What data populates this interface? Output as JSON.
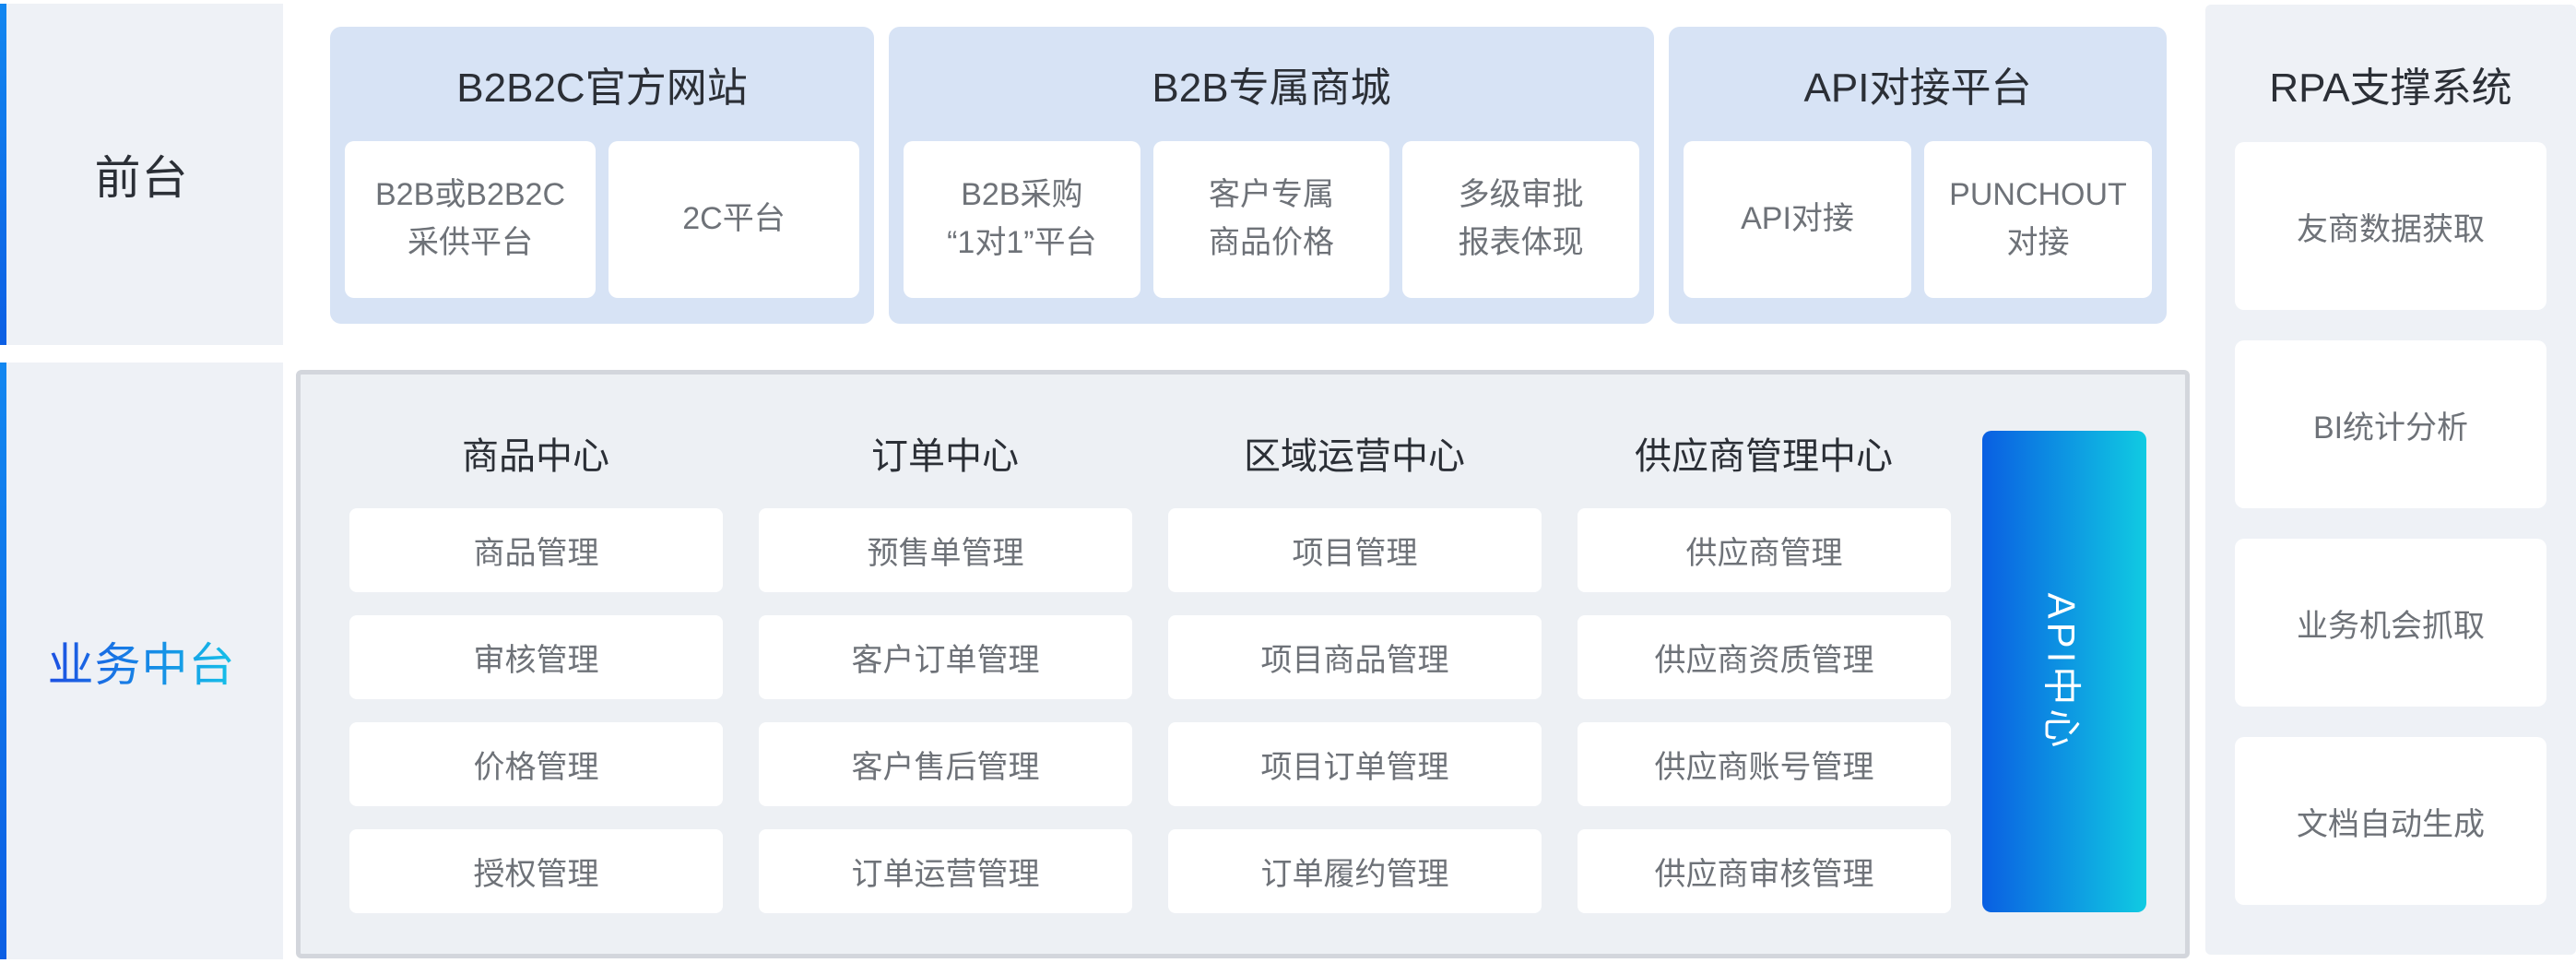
{
  "rail": {
    "front_label": "前台",
    "middle_label": "业务中台"
  },
  "front_groups": [
    {
      "title": "B2B2C官方网站",
      "items": [
        "B2B或B2B2C\n采供平台",
        "2C平台"
      ]
    },
    {
      "title": "B2B专属商城",
      "items": [
        "B2B采购\n“1对1”平台",
        "客户专属\n商品价格",
        "多级审批\n报表体现"
      ]
    },
    {
      "title": "API对接平台",
      "items": [
        "API对接",
        "PUNCHOUT\n对接"
      ]
    }
  ],
  "middle": {
    "api_bar_label": "API中心",
    "columns": [
      {
        "title": "商品中心",
        "items": [
          "商品管理",
          "审核管理",
          "价格管理",
          "授权管理"
        ]
      },
      {
        "title": "订单中心",
        "items": [
          "预售单管理",
          "客户订单管理",
          "客户售后管理",
          "订单运营管理"
        ]
      },
      {
        "title": "区域运营中心",
        "items": [
          "项目管理",
          "项目商品管理",
          "项目订单管理",
          "订单履约管理"
        ]
      },
      {
        "title": "供应商管理中心",
        "items": [
          "供应商管理",
          "供应商资质管理",
          "供应商账号管理",
          "供应商审核管理"
        ]
      }
    ]
  },
  "rpa": {
    "title": "RPA支撑系统",
    "items": [
      "友商数据获取",
      "BI统计分析",
      "业务机会抓取",
      "文档自动生成"
    ]
  },
  "colors": {
    "rail_accent_blue": "#0d6cf0",
    "rail_gradient_start": "#1d50e2",
    "rail_gradient_end": "#16c2e8",
    "group_bg_blue": "#d7e3f5",
    "panel_bg": "#edf0f4",
    "panel_border": "#d3d6dc",
    "side_bg": "#eef1f6",
    "api_bar_gradient_start": "#0a5fe2",
    "api_bar_gradient_end": "#10cbe2",
    "title_text": "#2b2f36",
    "item_text": "#6e7278"
  }
}
